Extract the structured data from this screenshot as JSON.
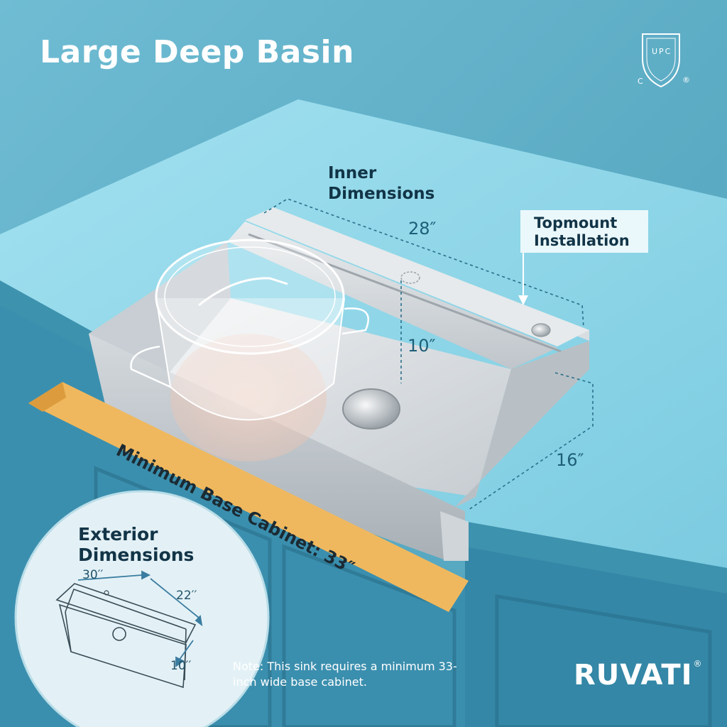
{
  "title": "Large Deep Basin",
  "certification": {
    "mark": "UPC",
    "left_letter": "C",
    "right_symbol": "®"
  },
  "inner_dimensions": {
    "label": "Inner Dimensions",
    "length": "28″",
    "depth": "10″",
    "width": "16″"
  },
  "installation": {
    "label": "Topmount Installation"
  },
  "cabinet": {
    "label": "Minimum Base Cabinet: 33″"
  },
  "exterior_dimensions": {
    "label": "Exterior Dimensions",
    "length": "30′′",
    "width": "22′′",
    "depth": "10′′"
  },
  "note": "Note: This sink requires a minimum 33-inch wide base cabinet.",
  "brand": {
    "name": "RUVATI",
    "registered": "®"
  },
  "colors": {
    "background": "#5fb0c8",
    "counter_top": "#8fd6e8",
    "counter_edge": "#3d92ae",
    "cabinet": "#3b8fae",
    "cabinet_dark": "#2f7b98",
    "ribbon": "#f0b85e",
    "steel": "#dfe3e6",
    "dimension_line": "#2a6f8a",
    "text_dark": "#123447"
  }
}
